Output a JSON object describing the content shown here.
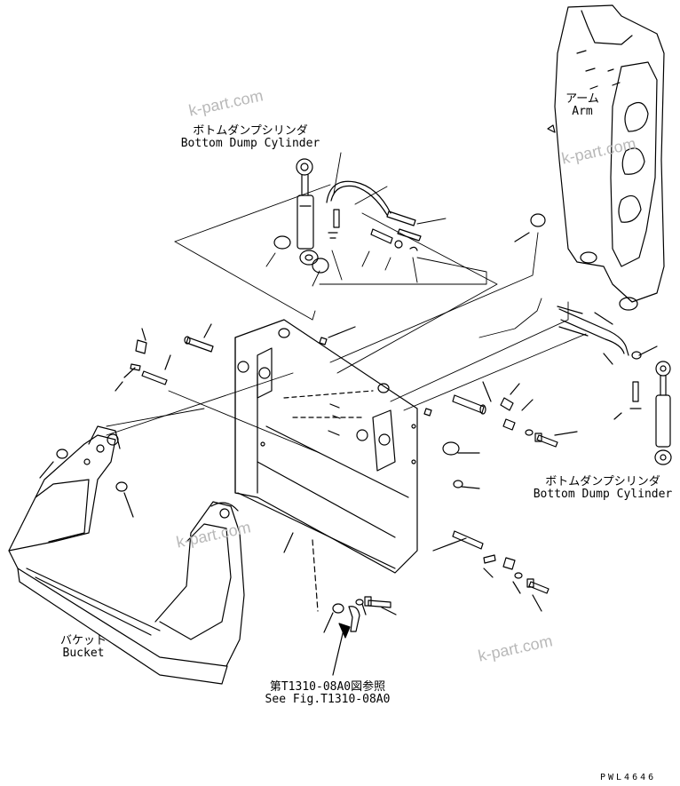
{
  "labels": {
    "bottom_dump_cylinder_top": {
      "jp": "ボトムダンプシリンダ",
      "en": "Bottom Dump Cylinder"
    },
    "arm": {
      "jp": "アーム",
      "en": "Arm"
    },
    "bottom_dump_cylinder_right": {
      "jp": "ボトムダンプシリンダ",
      "en": "Bottom Dump Cylinder"
    },
    "bucket": {
      "jp": "バケット",
      "en": "Bucket"
    },
    "see_fig": {
      "jp": "第T1310-08A0図参照",
      "en": "See Fig.T1310-08A0"
    }
  },
  "watermark": "k-part.com",
  "drawing_code": "PWL4646",
  "colors": {
    "line": "#000000",
    "watermark": "#b8b8b8",
    "background": "#ffffff"
  }
}
